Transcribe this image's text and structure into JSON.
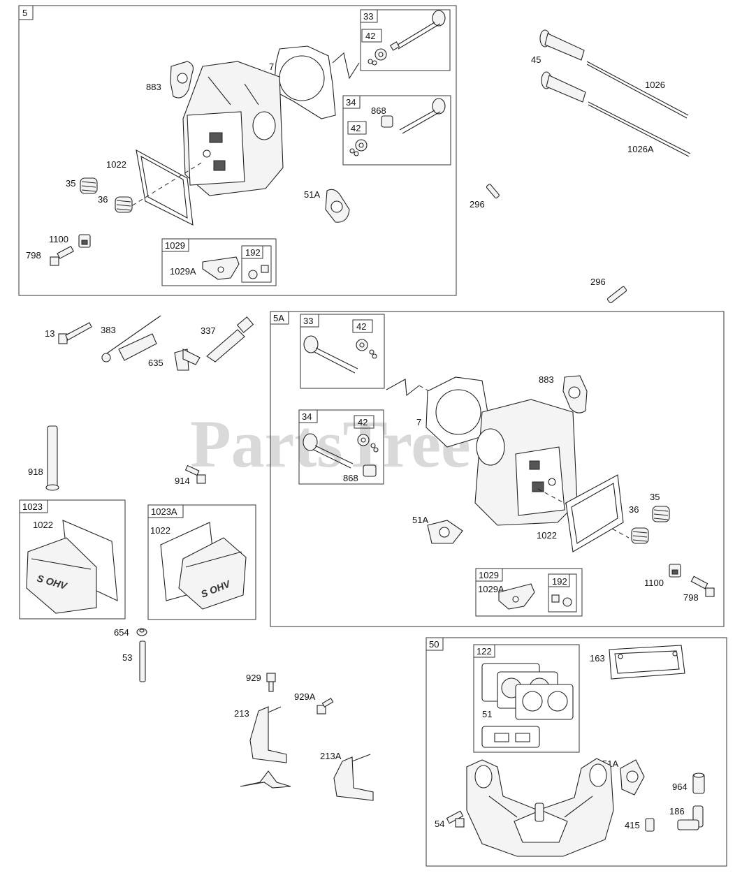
{
  "watermark": "PartsTree",
  "groups": {
    "g5": "5",
    "g33a": "33",
    "g42a": "42",
    "g34a": "34",
    "g42b": "42",
    "g1029a": "1029",
    "g192a": "192",
    "g5A": "5A",
    "g33b": "33",
    "g42c": "42",
    "g34b": "34",
    "g42d": "42",
    "g1029b": "1029",
    "g192b": "192",
    "g1023": "1023",
    "g1023A": "1023A",
    "g50": "50",
    "g122": "122"
  },
  "callouts": {
    "c883a": "883",
    "c7a": "7",
    "c868a": "868",
    "c1022a": "1022",
    "c35a": "35",
    "c36a": "36",
    "c51Aa": "51A",
    "c1100a": "1100",
    "c798a": "798",
    "c1029Aa": "1029A",
    "c45": "45",
    "c1026": "1026",
    "c1026A": "1026A",
    "c296a": "296",
    "c296b": "296",
    "c13": "13",
    "c383": "383",
    "c337": "337",
    "c635": "635",
    "c918": "918",
    "c914": "914",
    "c1022b": "1022",
    "c1022c": "1022",
    "c654": "654",
    "c53": "53",
    "c883b": "883",
    "c7b": "7",
    "c868b": "868",
    "c51Ab": "51A",
    "c1022d": "1022",
    "c35b": "35",
    "c36b": "36",
    "c1100b": "1100",
    "c798b": "798",
    "c1029Ab": "1029A",
    "c929": "929",
    "c929A": "929A",
    "c213": "213",
    "c213A": "213A",
    "c163": "163",
    "c51": "51",
    "c51Ac": "51A",
    "c964": "964",
    "c186": "186",
    "c54": "54",
    "c415": "415"
  }
}
